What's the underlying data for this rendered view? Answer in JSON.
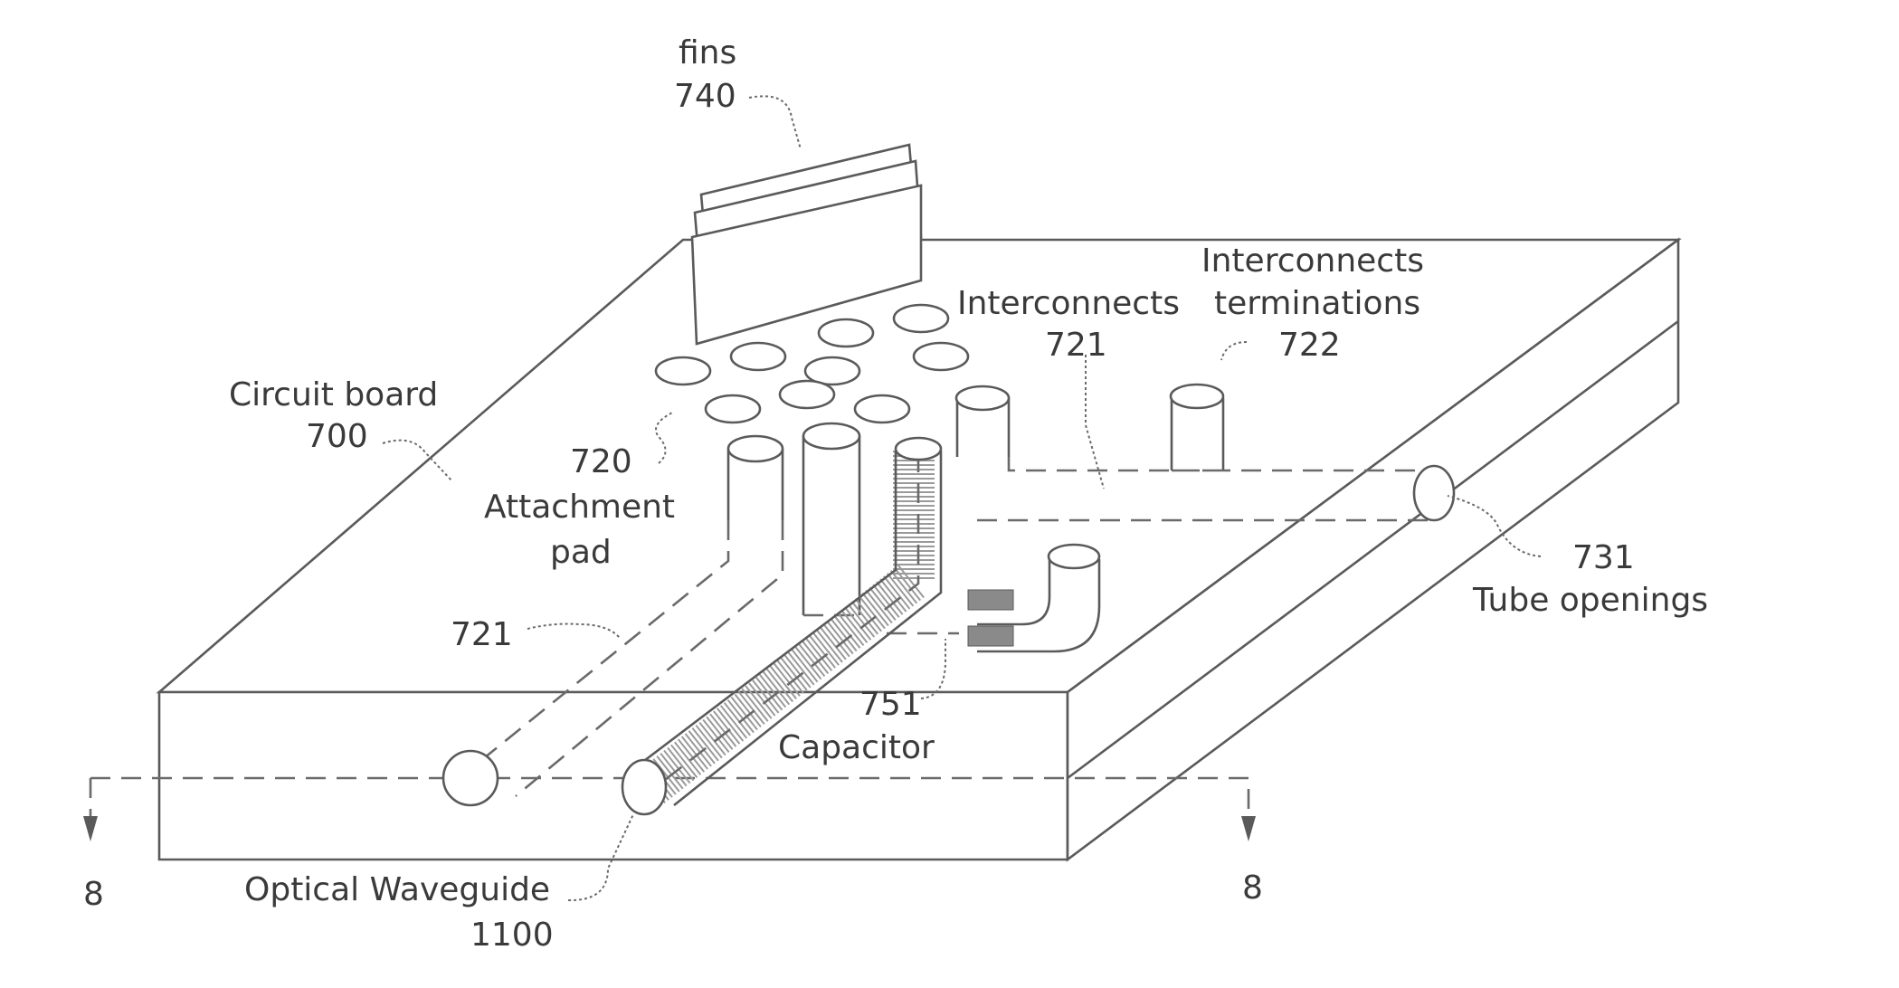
{
  "labels": {
    "fins_text": "fins",
    "fins_num": "740",
    "circuit_board_text": "Circuit board",
    "circuit_board_num": "700",
    "attachment_pad_num": "720",
    "attachment_pad_line1": "Attachment",
    "attachment_pad_line2": "pad",
    "interconnects_text": "Interconnects",
    "interconnects_num": "721",
    "interconnects_left_num": "721",
    "terminations_line1": "Interconnects",
    "terminations_line2": "terminations",
    "terminations_num": "722",
    "tube_openings_num": "731",
    "tube_openings_text": "Tube openings",
    "capacitor_num": "751",
    "capacitor_text": "Capacitor",
    "waveguide_text": "Optical Waveguide",
    "waveguide_num": "1100",
    "section_left": "8",
    "section_right": "8"
  }
}
